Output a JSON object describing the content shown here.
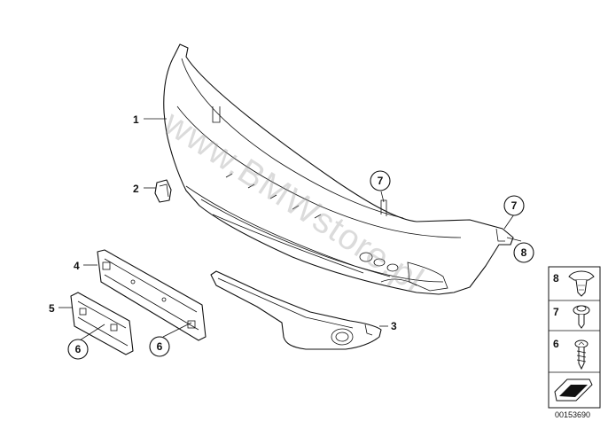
{
  "callouts": {
    "c1": "1",
    "c2": "2",
    "c3": "3",
    "c4": "4",
    "c5": "5",
    "c6a": "6",
    "c6b": "6",
    "c7a": "7",
    "c7b": "7",
    "c8": "8"
  },
  "legend": {
    "n8": "8",
    "n7": "7",
    "n6": "6"
  },
  "watermark": "www.BMWstore.pl",
  "diagram_id": "00153690"
}
